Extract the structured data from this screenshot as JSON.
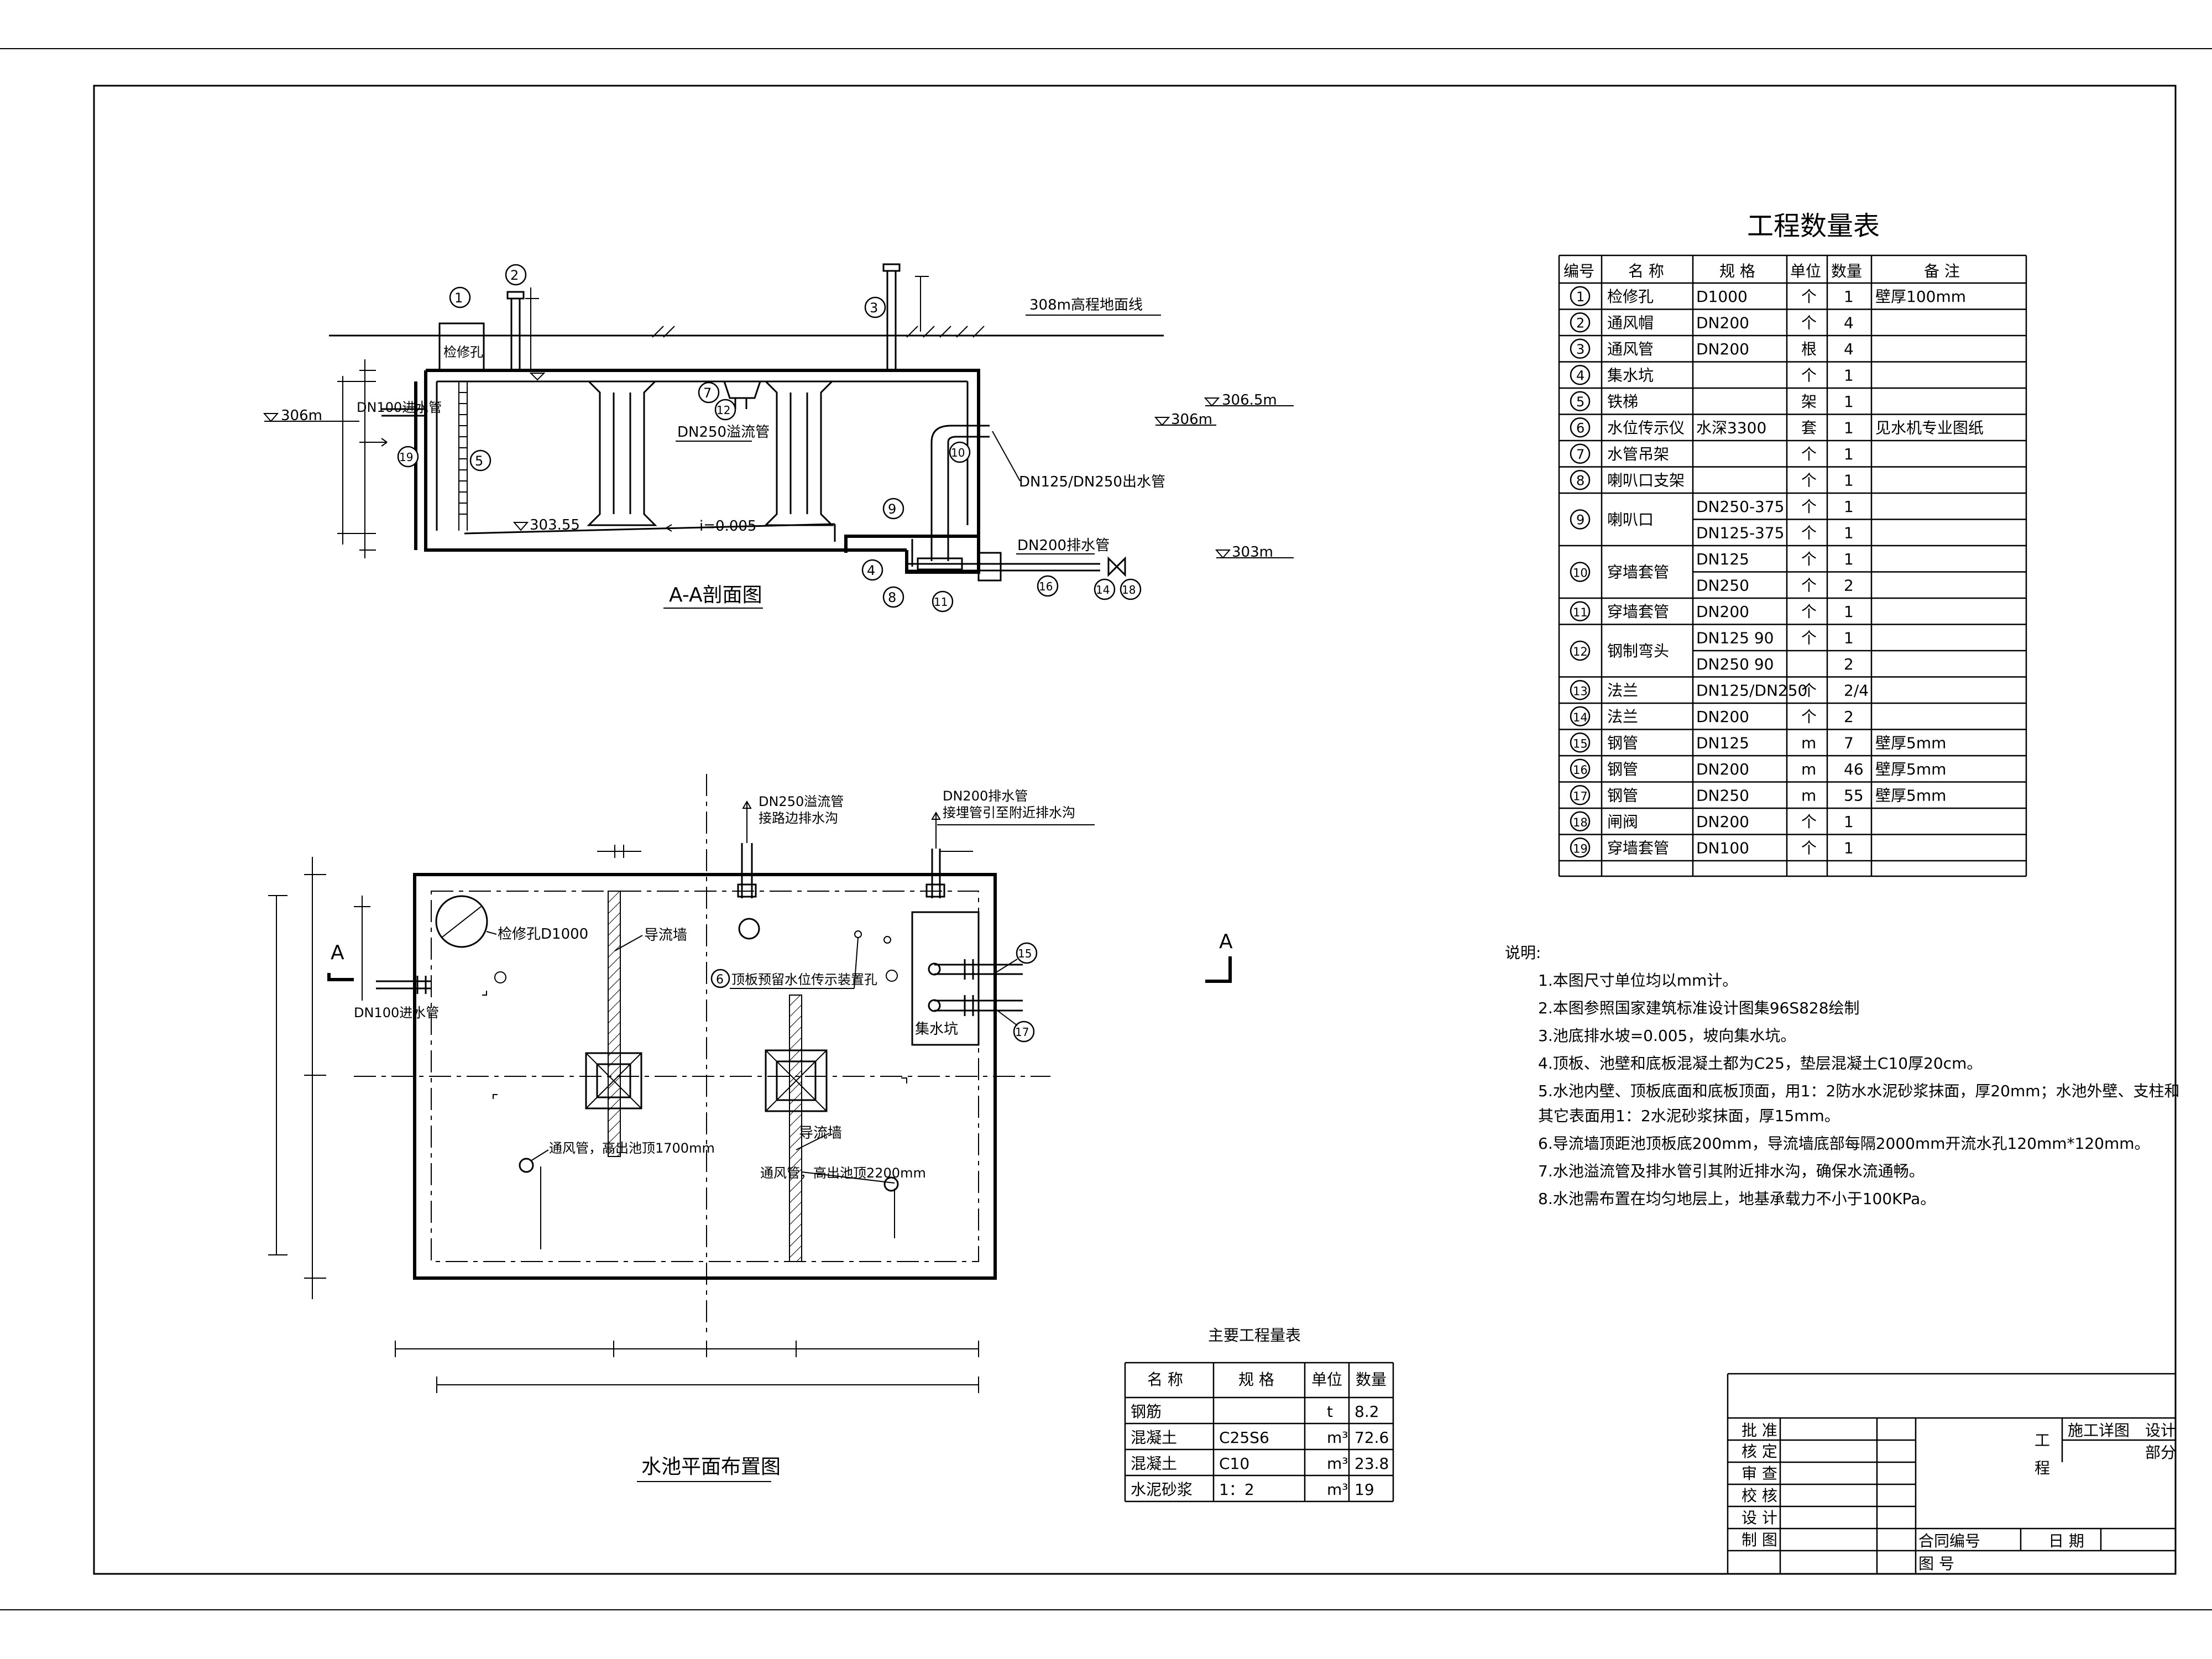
{
  "section": {
    "title": "A-A剖面图",
    "ground_label": "308m高程地面线",
    "manhole_label": "检修孔",
    "inlet_label": "DN100进水管",
    "overflow_label": "DN250溢流管",
    "outlet_label": "DN125/DN250出水管",
    "drain_label": "DN200排水管",
    "elev_306_left": "306m",
    "elev_306_5": "306.5m",
    "elev_306_right": "306m",
    "elev_303_55": "303.55",
    "elev_303": "303m",
    "slope": "i=0.005",
    "callouts": [
      "1",
      "2",
      "3",
      "4",
      "5",
      "7",
      "8",
      "9",
      "10",
      "11",
      "12",
      "14",
      "16",
      "18",
      "19"
    ]
  },
  "plan": {
    "title": "水池平面布置图",
    "overflow_note_1": "DN250溢流管",
    "overflow_note_2": "接路边排水沟",
    "drain_note_1": "DN200排水管",
    "drain_note_2": "接埋管引至附近排水沟",
    "manhole": "检修孔D1000",
    "guide_wall_1": "导流墙",
    "guide_wall_2": "导流墙",
    "level_hole": "顶板预留水位传示装置孔",
    "level_hole_num": "6",
    "sump": "集水坑",
    "inlet": "DN100进水管",
    "vent_1": "通风管，高出池顶1700mm",
    "vent_2": "通风管，高出池顶2200mm",
    "section_mark": "A",
    "callouts": [
      "15",
      "17"
    ]
  },
  "quantity_table": {
    "title": "工程数量表",
    "headers": [
      "编号",
      "名 称",
      "规 格",
      "单位",
      "数量",
      "备 注"
    ],
    "rows": [
      {
        "no": "1",
        "name": "检修孔",
        "specs": [
          "D1000"
        ],
        "units": [
          "个"
        ],
        "qty": [
          "1"
        ],
        "notes": [
          "壁厚100mm"
        ]
      },
      {
        "no": "2",
        "name": "通风帽",
        "specs": [
          "DN200"
        ],
        "units": [
          "个"
        ],
        "qty": [
          "4"
        ],
        "notes": [
          ""
        ]
      },
      {
        "no": "3",
        "name": "通风管",
        "specs": [
          "DN200"
        ],
        "units": [
          "根"
        ],
        "qty": [
          "4"
        ],
        "notes": [
          ""
        ]
      },
      {
        "no": "4",
        "name": "集水坑",
        "specs": [
          ""
        ],
        "units": [
          "个"
        ],
        "qty": [
          "1"
        ],
        "notes": [
          ""
        ]
      },
      {
        "no": "5",
        "name": "铁梯",
        "specs": [
          ""
        ],
        "units": [
          "架"
        ],
        "qty": [
          "1"
        ],
        "notes": [
          ""
        ]
      },
      {
        "no": "6",
        "name": "水位传示仪",
        "specs": [
          "水深3300"
        ],
        "units": [
          "套"
        ],
        "qty": [
          "1"
        ],
        "notes": [
          "见水机专业图纸"
        ]
      },
      {
        "no": "7",
        "name": "水管吊架",
        "specs": [
          ""
        ],
        "units": [
          "个"
        ],
        "qty": [
          "1"
        ],
        "notes": [
          ""
        ]
      },
      {
        "no": "8",
        "name": "喇叭口支架",
        "specs": [
          ""
        ],
        "units": [
          "个"
        ],
        "qty": [
          "1"
        ],
        "notes": [
          ""
        ]
      },
      {
        "no": "9",
        "name": "喇叭口",
        "specs": [
          "DN250-375",
          "DN125-375"
        ],
        "units": [
          "个",
          "个"
        ],
        "qty": [
          "1",
          "1"
        ],
        "notes": [
          "",
          ""
        ]
      },
      {
        "no": "10",
        "name": "穿墙套管",
        "specs": [
          "DN125",
          "DN250"
        ],
        "units": [
          "个",
          "个"
        ],
        "qty": [
          "1",
          "2"
        ],
        "notes": [
          "",
          ""
        ]
      },
      {
        "no": "11",
        "name": "穿墙套管",
        "specs": [
          "DN200"
        ],
        "units": [
          "个"
        ],
        "qty": [
          "1"
        ],
        "notes": [
          ""
        ]
      },
      {
        "no": "12",
        "name": "钢制弯头",
        "specs": [
          "DN125 90",
          "DN250 90"
        ],
        "units": [
          "个",
          ""
        ],
        "qty": [
          "1",
          "2"
        ],
        "notes": [
          "",
          ""
        ]
      },
      {
        "no": "13",
        "name": "法兰",
        "specs": [
          "DN125/DN250"
        ],
        "units": [
          "个"
        ],
        "qty": [
          "2/4"
        ],
        "notes": [
          ""
        ]
      },
      {
        "no": "14",
        "name": "法兰",
        "specs": [
          "DN200"
        ],
        "units": [
          "个"
        ],
        "qty": [
          "2"
        ],
        "notes": [
          ""
        ]
      },
      {
        "no": "15",
        "name": "钢管",
        "specs": [
          "DN125"
        ],
        "units": [
          "m"
        ],
        "qty": [
          "7"
        ],
        "notes": [
          "壁厚5mm"
        ]
      },
      {
        "no": "16",
        "name": "钢管",
        "specs": [
          "DN200"
        ],
        "units": [
          "m"
        ],
        "qty": [
          "46"
        ],
        "notes": [
          "壁厚5mm"
        ]
      },
      {
        "no": "17",
        "name": "钢管",
        "specs": [
          "DN250"
        ],
        "units": [
          "m"
        ],
        "qty": [
          "55"
        ],
        "notes": [
          "壁厚5mm"
        ]
      },
      {
        "no": "18",
        "name": "闸阀",
        "specs": [
          "DN200"
        ],
        "units": [
          "个"
        ],
        "qty": [
          "1"
        ],
        "notes": [
          ""
        ]
      },
      {
        "no": "19",
        "name": "穿墙套管",
        "specs": [
          "DN100"
        ],
        "units": [
          "个"
        ],
        "qty": [
          "1"
        ],
        "notes": [
          ""
        ]
      }
    ]
  },
  "notes": {
    "heading": "说明:",
    "items": [
      "1.本图尺寸单位均以mm计。",
      "2.本图参照国家建筑标准设计图集96S828绘制",
      "3.池底排水坡=0.005，坡向集水坑。",
      "4.顶板、池壁和底板混凝土都为C25，垫层混凝土C10厚20cm。",
      "5.水池内壁、顶板底面和底板顶面，用1：2防水水泥砂浆抹面，厚20mm；水池外壁、支柱和",
      "其它表面用1：2水泥砂浆抹面，厚15mm。",
      "6.导流墙顶距池顶板底200mm，导流墙底部每隔2000mm开流水孔120mm*120mm。",
      "7.水池溢流管及排水管引其附近排水沟，确保水流通畅。",
      "8.水池需布置在均匀地层上，地基承载力不小于100KPa。"
    ]
  },
  "main_table": {
    "title": "主要工程量表",
    "headers": [
      "名 称",
      "规 格",
      "单位",
      "数量"
    ],
    "rows": [
      [
        "钢筋",
        "",
        "t",
        "8.2"
      ],
      [
        "混凝土",
        "C25S6",
        "m³",
        "72.6"
      ],
      [
        "混凝土",
        "C10",
        "m³",
        "23.8"
      ],
      [
        "水泥砂浆",
        "1：2",
        "m³",
        "19"
      ]
    ]
  },
  "title_block": {
    "roles": [
      "批 准",
      "核 定",
      "审 查",
      "校 核",
      "设 计",
      "制 图"
    ],
    "project_label": "工",
    "project_label_2": "程",
    "stage": "施工详图",
    "design": "设计",
    "part": "部分",
    "contract": "合同编号",
    "date": "日 期",
    "drawing_no": "图  号"
  }
}
